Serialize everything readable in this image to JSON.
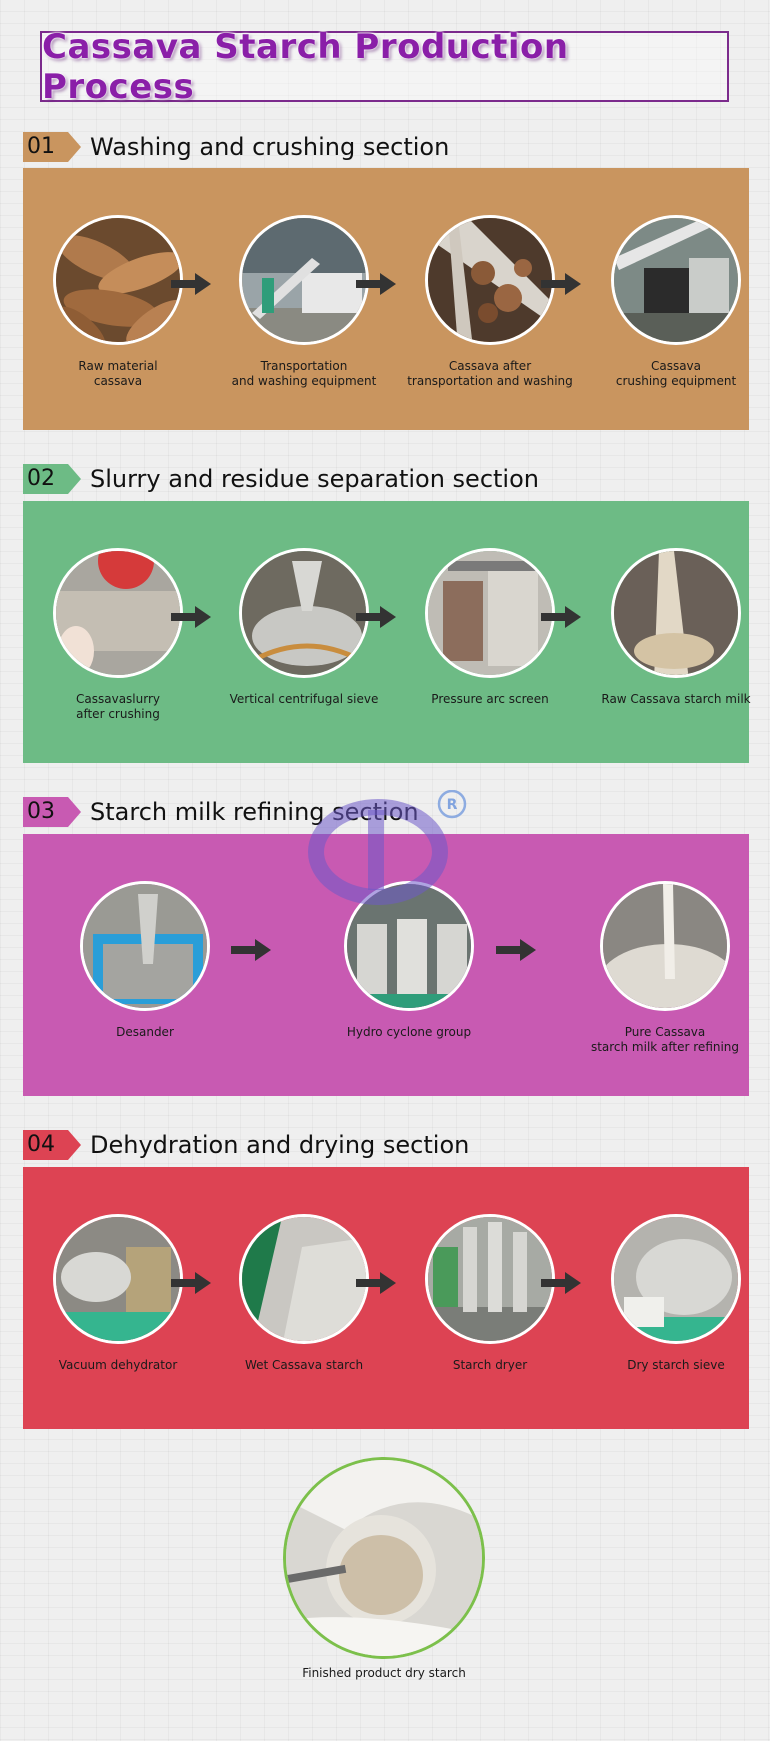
{
  "title": "Cassava Starch Production Process",
  "sections": [
    {
      "num": "01",
      "title": "Washing and crushing section",
      "color": "#c9955f",
      "tag_color": "#c9955f",
      "steps": [
        {
          "label": "Raw material\ncassava"
        },
        {
          "label": "Transportation\nand washing equipment"
        },
        {
          "label": "Cassava after\ntransportation and washing"
        },
        {
          "label": "Cassava\ncrushing equipment"
        }
      ]
    },
    {
      "num": "02",
      "title": "Slurry and residue separation section",
      "color": "#6dbb85",
      "tag_color": "#6dbb85",
      "steps": [
        {
          "label": "Cassavaslurry\nafter crushing"
        },
        {
          "label": "Vertical centrifugal sieve"
        },
        {
          "label": "Pressure arc screen"
        },
        {
          "label": "Raw Cassava starch milk"
        }
      ]
    },
    {
      "num": "03",
      "title": "Starch milk refining section",
      "color": "#c85ab2",
      "tag_color": "#c85ab2",
      "steps": [
        {
          "label": "Desander"
        },
        {
          "label": "Hydro cyclone group"
        },
        {
          "label": "Pure Cassava\nstarch milk after refining"
        }
      ]
    },
    {
      "num": "04",
      "title": "Dehydration and drying section",
      "color": "#dd4353",
      "tag_color": "#dd4353",
      "steps": [
        {
          "label": "Vacuum dehydrator"
        },
        {
          "label": "Wet Cassava starch"
        },
        {
          "label": "Starch dryer"
        },
        {
          "label": "Dry starch sieve"
        }
      ]
    }
  ],
  "final": {
    "label": "Finished product dry starch"
  },
  "icons": {
    "arrow": "arrow-right-icon",
    "watermark": "registered-logo-watermark"
  }
}
